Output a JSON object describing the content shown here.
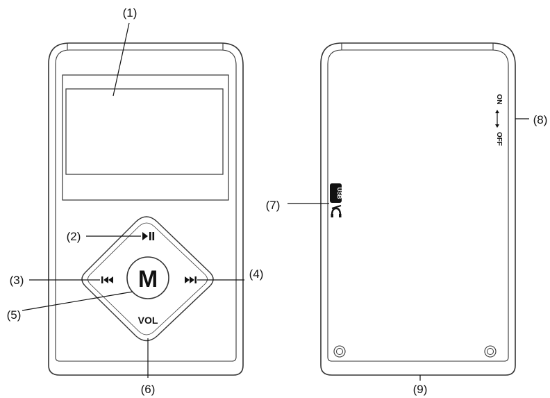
{
  "callouts": {
    "c1": "(1)",
    "c2": "(2)",
    "c3": "(3)",
    "c4": "(4)",
    "c5": "(5)",
    "c6": "(6)",
    "c7": "(7)",
    "c8": "(8)",
    "c9": "(9)"
  },
  "front": {
    "menu_label": "M",
    "vol_label": "VOL",
    "play_pause_icon": "play-pause-icon",
    "previous_icon": "previous-track-icon",
    "next_icon": "next-track-icon"
  },
  "back": {
    "usb_label": "USB",
    "switch_on_label": "ON",
    "switch_off_label": "OFF",
    "headphone_icon": "headphone-icon"
  },
  "colors": {
    "line": "#333333",
    "background": "#ffffff"
  }
}
